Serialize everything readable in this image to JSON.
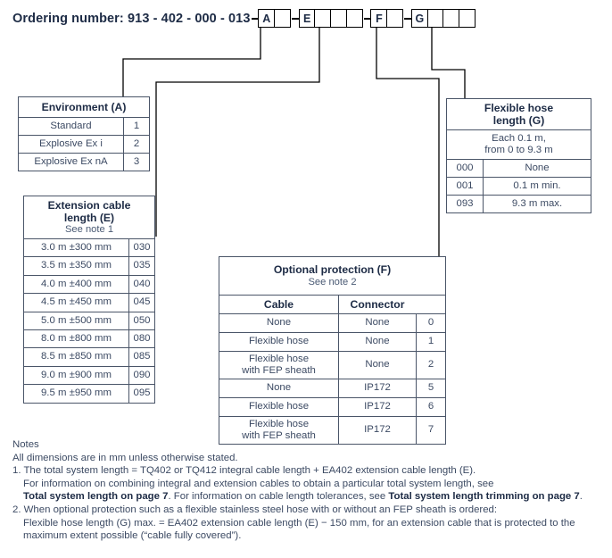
{
  "order": {
    "label": "Ordering number:  913 - 402 - 000 - 013",
    "groups": [
      {
        "key": "A",
        "letter": "A",
        "blanks": 1
      },
      {
        "key": "E",
        "letter": "E",
        "blanks": 3
      },
      {
        "key": "F",
        "letter": "F",
        "blanks": 1
      },
      {
        "key": "G",
        "letter": "G",
        "blanks": 3
      }
    ]
  },
  "environment": {
    "title": "Environment (A)",
    "rows": [
      {
        "label": "Standard",
        "code": "1"
      },
      {
        "label": "Explosive Ex i",
        "code": "2"
      },
      {
        "label": "Explosive Ex nA",
        "code": "3"
      }
    ]
  },
  "extension": {
    "title_line1": "Extension cable",
    "title_line2": "length (E)",
    "subtitle": "See note 1",
    "rows": [
      {
        "label": "3.0 m ±300 mm",
        "code": "030"
      },
      {
        "label": "3.5 m ±350 mm",
        "code": "035"
      },
      {
        "label": "4.0 m ±400 mm",
        "code": "040"
      },
      {
        "label": "4.5 m ±450 mm",
        "code": "045"
      },
      {
        "label": "5.0 m ±500 mm",
        "code": "050"
      },
      {
        "label": "8.0 m ±800 mm",
        "code": "080"
      },
      {
        "label": "8.5 m ±850 mm",
        "code": "085"
      },
      {
        "label": "9.0 m ±900 mm",
        "code": "090"
      },
      {
        "label": "9.5 m ±950 mm",
        "code": "095"
      }
    ]
  },
  "optional": {
    "title": "Optional protection (F)",
    "subtitle": "See note 2",
    "col_cable": "Cable",
    "col_connector": "Connector",
    "rows": [
      {
        "cable": "None",
        "cable2": "",
        "connector": "None",
        "code": "0",
        "tall": false
      },
      {
        "cable": "Flexible hose",
        "cable2": "",
        "connector": "None",
        "code": "1",
        "tall": false
      },
      {
        "cable": "Flexible hose",
        "cable2": "with FEP sheath",
        "connector": "None",
        "code": "2",
        "tall": true
      },
      {
        "cable": "None",
        "cable2": "",
        "connector": "IP172",
        "code": "5",
        "tall": false
      },
      {
        "cable": "Flexible hose",
        "cable2": "",
        "connector": "IP172",
        "code": "6",
        "tall": false
      },
      {
        "cable": "Flexible hose",
        "cable2": "with FEP sheath",
        "connector": "IP172",
        "code": "7",
        "tall": true
      }
    ]
  },
  "flexhose": {
    "title_line1": "Flexible hose",
    "title_line2": "length (G)",
    "sub_line1": "Each 0.1 m,",
    "sub_line2": "from 0 to 9.3 m",
    "rows": [
      {
        "code": "000",
        "label": "None"
      },
      {
        "code": "001",
        "label": "0.1 m min."
      },
      {
        "code": "093",
        "label": "9.3 m max."
      }
    ]
  },
  "notes": {
    "heading": "Notes",
    "general": "All dimensions are in mm unless otherwise stated.",
    "n1_a": "1. The total system length = TQ402 or TQ412 integral cable length + EA402 extension cable length (E).",
    "n1_b": "For information on combining integral and extension cables to obtain a particular total system length, see",
    "n1_c_b1": "Total system length on page 7",
    "n1_c_mid": ". For information on cable length tolerances, see ",
    "n1_c_b2": "Total system length trimming on page 7",
    "n1_c_end": ".",
    "n2_a": "2. When optional protection such as a flexible stainless steel hose with or without an FEP sheath is ordered:",
    "n2_b": "Flexible hose length (G) max. = EA402 extension cable length (E) − 150 mm, for an extension cable that is protected to the",
    "n2_c": "maximum extent possible (“cable fully covered”)."
  },
  "colors": {
    "line": "#000000",
    "table_border": "#4a5568",
    "text": "#3c4a63",
    "heading": "#1d2b45"
  }
}
